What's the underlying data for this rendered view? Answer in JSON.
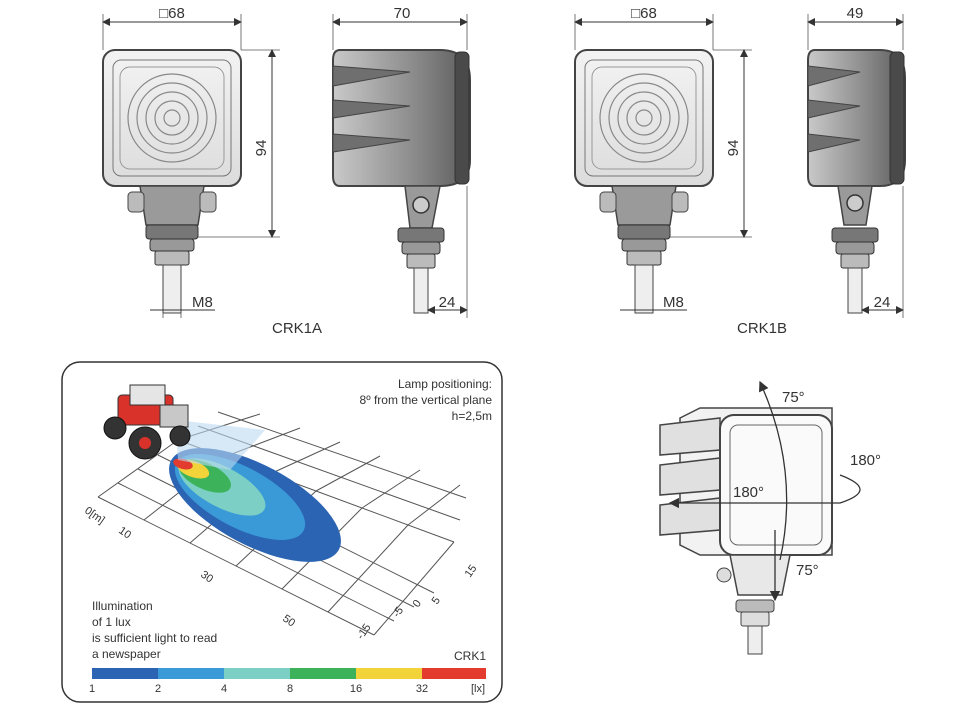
{
  "crk1a": {
    "caption": "CRK1A",
    "width": "□68",
    "depth": "70",
    "height": "94",
    "thread": "M8",
    "bolt": "24"
  },
  "crk1b": {
    "caption": "CRK1B",
    "width": "□68",
    "depth": "49",
    "height": "94",
    "thread": "M8",
    "bolt": "24"
  },
  "beam": {
    "positioning": [
      "Lamp positioning:",
      "8º from the vertical plane",
      "h=2,5m"
    ],
    "distance_ticks": [
      "0[m]",
      "10",
      "30",
      "50"
    ],
    "lateral_ticks": [
      "15",
      "5",
      "0",
      "-5",
      "-15"
    ],
    "illumination_note": [
      "Illumination",
      "of 1 lux",
      "is sufficient light to read",
      "a newspaper"
    ],
    "model": "CRK1",
    "scale": {
      "labels": [
        "1",
        "2",
        "4",
        "8",
        "16",
        "32",
        "[lx]"
      ],
      "colors": [
        "#2b64b3",
        "#3a9ad8",
        "#7ccfc4",
        "#3cb35a",
        "#f2d43a",
        "#e33b2e"
      ]
    }
  },
  "rotation": {
    "up": "75°",
    "down": "75°",
    "right": "180°",
    "left": "180°"
  }
}
